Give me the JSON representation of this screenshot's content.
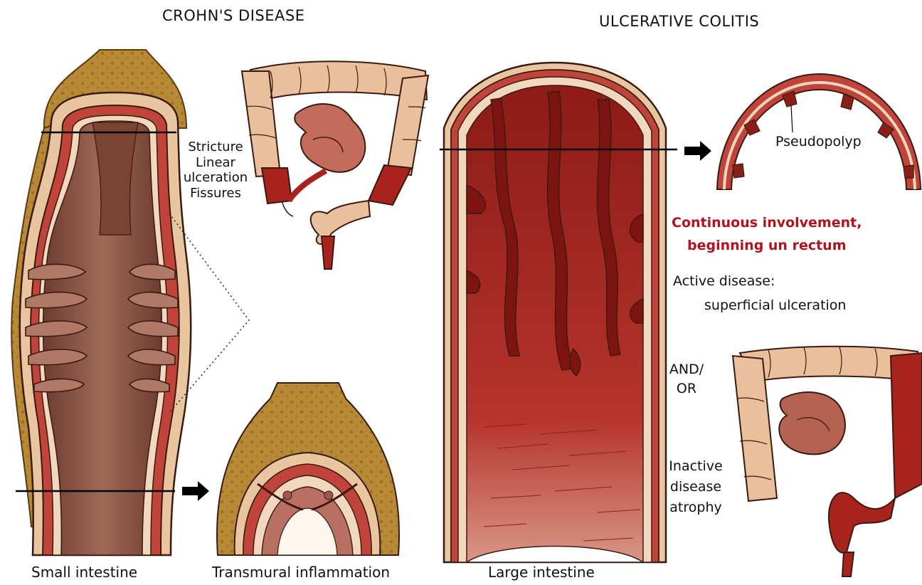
{
  "headings": {
    "crohns": "CROHN'S DISEASE",
    "colitis": "ULCERATIVE COLITIS"
  },
  "crohns": {
    "features": [
      "Stricture",
      "Linear",
      "ulceration",
      "Fissures"
    ],
    "small_intestine_caption": "Small intestine",
    "cross_section_caption": "Transmural inflammation"
  },
  "colitis": {
    "large_intestine_caption": "Large intestine",
    "pseudopolyp_label": "Pseudopolyp",
    "continuous_line1": "Continuous involvement,",
    "continuous_line2": "beginning un rectum",
    "active_line1": "Active disease:",
    "active_line2": "superficial ulceration",
    "and_or_line1": "AND/",
    "and_or_line2": "OR",
    "inactive_lines": [
      "Inactive",
      "disease",
      "atrophy"
    ]
  },
  "colors": {
    "fat": "#b98a36",
    "wall_outer": "#e9c6a0",
    "muscle": "#c0443a",
    "mucosa_crohn": "#8f5545",
    "mucosa_colitis": "#a8271f",
    "colon_healthy": "#eabf9c",
    "colon_inflamed": "#a8231c",
    "highlight_red": "#b3121c"
  }
}
